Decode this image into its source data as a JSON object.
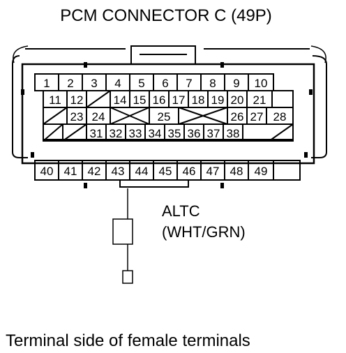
{
  "title": "PCM CONNECTOR C (49P)",
  "wire_label": {
    "signal": "ALTC",
    "color": "(WHT/GRN)"
  },
  "caption": "Terminal side of female terminals",
  "rows": [
    [
      "1",
      "2",
      "3",
      "4",
      "5",
      "6",
      "7",
      "8",
      "9",
      "10"
    ],
    [
      "11",
      "12",
      "",
      "14",
      "15",
      "16",
      "17",
      "18",
      "19",
      "20",
      "21"
    ],
    [
      "",
      "23",
      "24",
      "",
      "25",
      "",
      "26",
      "27",
      "28"
    ],
    [
      "",
      "",
      "31",
      "32",
      "33",
      "34",
      "35",
      "36",
      "37",
      "38",
      ""
    ],
    [
      "40",
      "41",
      "42",
      "43",
      "44",
      "45",
      "46",
      "47",
      "48",
      "49"
    ]
  ],
  "empty_cavities": [
    "13",
    "22",
    "29",
    "30",
    "39"
  ],
  "probed_terminal": "43",
  "colors": {
    "line": "#000000",
    "background": "#ffffff"
  }
}
